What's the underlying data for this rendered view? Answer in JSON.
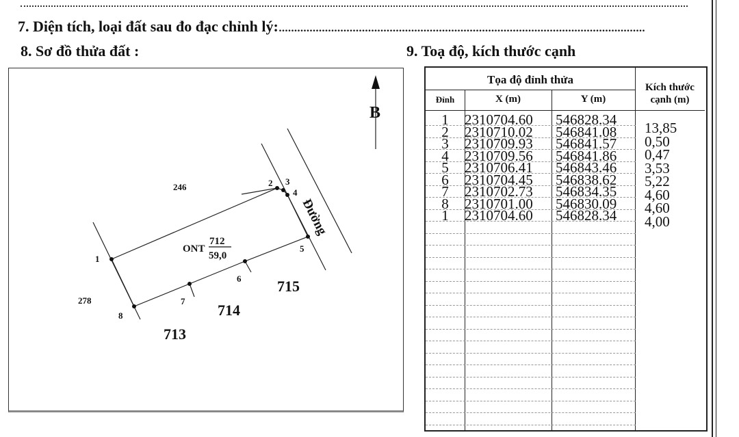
{
  "section7": {
    "label": "7. Diện tích, loại đất sau đo đạc chỉnh lý:",
    "dots": "......................................................................................................................."
  },
  "section8": {
    "label": "8. Sơ đồ thửa đất :"
  },
  "section9": {
    "label": "9. Toạ độ, kích thước cạnh"
  },
  "map": {
    "north_label": "B",
    "parcel": {
      "land_type": "ONT",
      "number": "712",
      "area": "59,0"
    },
    "road_label": "Đường",
    "neighbors": [
      "246",
      "278",
      "713",
      "714",
      "715"
    ],
    "vertex_labels": [
      "1",
      "2",
      "3",
      "4",
      "5",
      "6",
      "7",
      "8"
    ]
  },
  "table": {
    "group_header": "Tọa độ đỉnh thửa",
    "headers": {
      "vertex": "Đỉnh",
      "x": "X (m)",
      "y": "Y (m)",
      "edge": "Kích thước cạnh (m)"
    },
    "rows": [
      {
        "vertex": "1",
        "x": "2310704.60",
        "y": "546828.34"
      },
      {
        "vertex": "2",
        "x": "2310710.02",
        "y": "546841.08"
      },
      {
        "vertex": "3",
        "x": "2310709.93",
        "y": "546841.57"
      },
      {
        "vertex": "4",
        "x": "2310709.56",
        "y": "546841.86"
      },
      {
        "vertex": "5",
        "x": "2310706.41",
        "y": "546843.46"
      },
      {
        "vertex": "6",
        "x": "2310704.45",
        "y": "546838.62"
      },
      {
        "vertex": "7",
        "x": "2310702.73",
        "y": "546834.35"
      },
      {
        "vertex": "8",
        "x": "2310701.00",
        "y": "546830.09"
      },
      {
        "vertex": "1",
        "x": "2310704.60",
        "y": "546828.34"
      }
    ],
    "edges": [
      "13,85",
      "0,50",
      "0,47",
      "3,53",
      "5,22",
      "4,60",
      "4,60",
      "4,00"
    ]
  }
}
